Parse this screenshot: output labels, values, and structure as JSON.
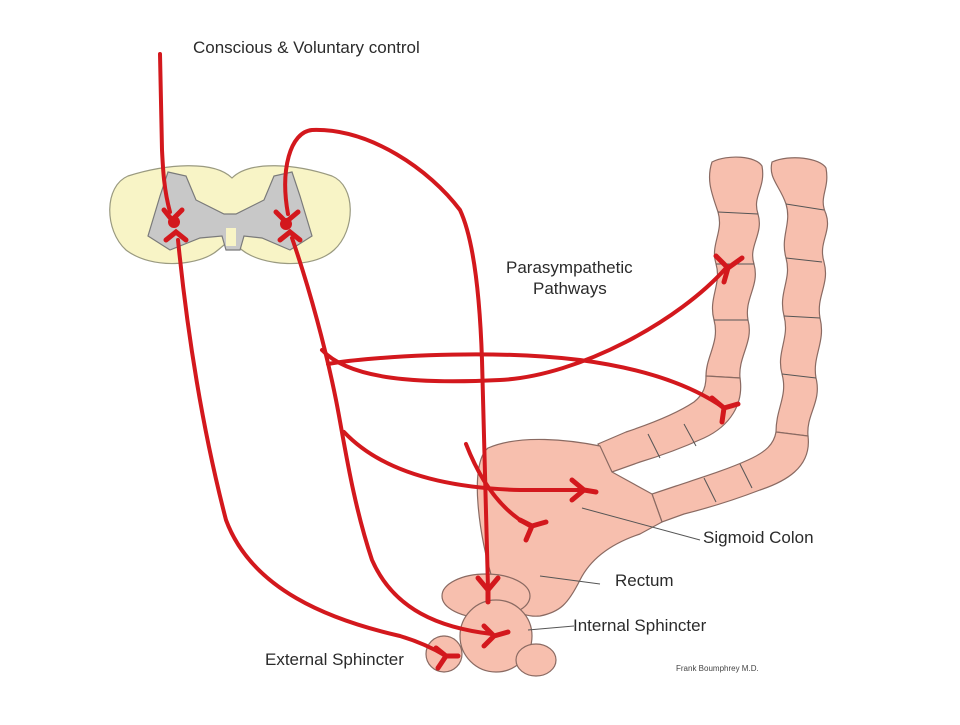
{
  "diagram": {
    "labels": {
      "top_control": "Conscious & Voluntary control",
      "parasympathetic_line1": "Parasympathetic",
      "parasympathetic_line2": "Pathways",
      "sigmoid_colon": "Sigmoid Colon",
      "rectum": "Rectum",
      "internal_sphincter": "Internal Sphincter",
      "external_sphincter": "External Sphincter",
      "credit": "Frank Boumphrey M.D."
    },
    "colors": {
      "nerve": "#d3181d",
      "tissue": "#f7bfae",
      "cord_white_matter": "#f8f4c6",
      "cord_grey_matter": "#c8c8c8"
    }
  }
}
